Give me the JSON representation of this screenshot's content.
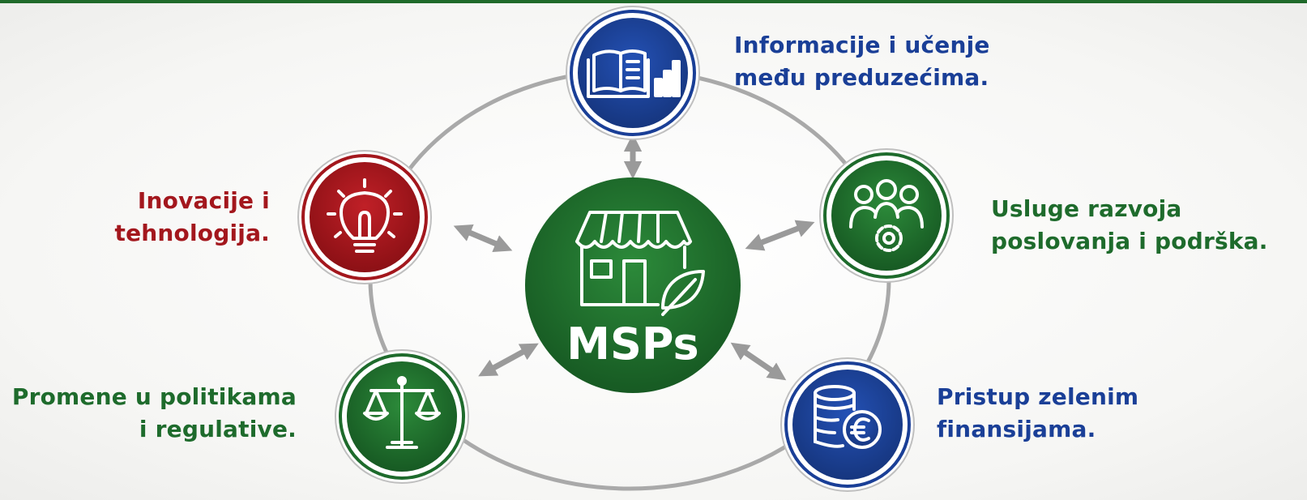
{
  "center": {
    "label": "MSPs",
    "color": "#1e6b2c",
    "icon": "shop-with-leaf-icon"
  },
  "ring_color": "#a9a9a9",
  "arrow_color": "#9a9a9a",
  "nodes": {
    "info": {
      "line1": "Informacije i učenje",
      "line2": "među preduzećima.",
      "color": "#1a3f97",
      "icon": "book-chart-icon"
    },
    "services": {
      "line1": "Usluge razvoja",
      "line2": "poslovanja i podrška.",
      "color": "#1e6b2c",
      "icon": "people-gear-icon"
    },
    "finance": {
      "line1": "Pristup zelenim",
      "line2": "finansijama.",
      "color": "#1a3f97",
      "icon": "coins-euro-icon"
    },
    "policy": {
      "line1": "Promene u politikama",
      "line2": "i regulative.",
      "color": "#1e6b2c",
      "icon": "scales-icon"
    },
    "innovation": {
      "line1": "Inovacije i",
      "line2": "tehnologija.",
      "color": "#a3171d",
      "icon": "lightbulb-icon"
    }
  }
}
